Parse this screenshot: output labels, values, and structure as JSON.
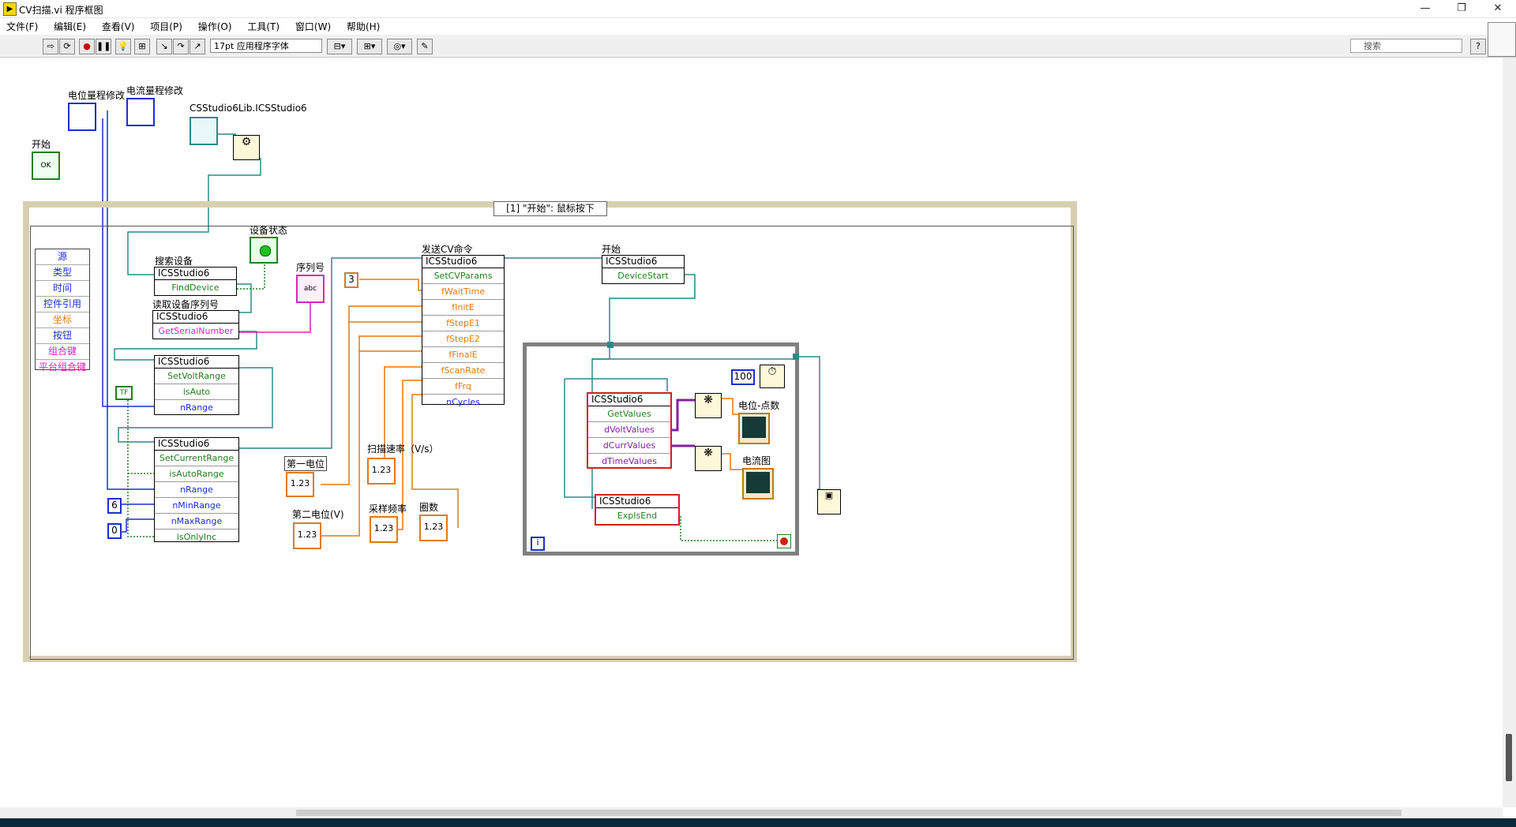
{
  "window": {
    "title": "CV扫描.vi 程序框图",
    "minimize": "—",
    "restore": "❐",
    "close": "✕"
  },
  "menu": [
    "文件(F)",
    "编辑(E)",
    "查看(V)",
    "项目(P)",
    "操作(O)",
    "工具(T)",
    "窗口(W)",
    "帮助(H)"
  ],
  "toolbar": {
    "font": "17pt 应用程序字体",
    "search_placeholder": "搜索"
  },
  "controls": {
    "voltage_range": "电位量程修改",
    "current_range": "电流量程修改",
    "start": "开始",
    "lib_ref": "CSStudio6Lib.ICSStudio6",
    "device_status": "设备状态",
    "serial_no": "序列号",
    "first_potential": "第一电位",
    "second_potential": "第二电位(V)",
    "scan_rate": "扫描速率（V/s）",
    "sample_freq": "采样频率",
    "cycles": "圈数",
    "potential_points": "电位-点数",
    "current_graph": "电流图"
  },
  "event_structure": {
    "selector": "[1] \"开始\": 鼠标按下",
    "event_data": [
      "源",
      "类型",
      "时间",
      "控件引用",
      "坐标",
      "按钮",
      "组合键",
      "平台组合键"
    ]
  },
  "labels": {
    "search_device": "搜索设备",
    "read_serial": "读取设备序列号",
    "send_cv": "发送CV命令",
    "start_node": "开始"
  },
  "nodes": {
    "class": "ICSStudio6",
    "find": [
      "FindDevice"
    ],
    "serial": [
      "GetSerialNumber"
    ],
    "volt": [
      "SetVoltRange",
      "isAuto",
      "nRange"
    ],
    "curr": [
      "SetCurrentRange",
      "isAutoRange",
      "nRange",
      "nMinRange",
      "nMaxRange",
      "isOnlyInc"
    ],
    "cv": [
      "SetCVParams",
      "fWaitTime",
      "fInitE",
      "fStepE1",
      "fStepE2",
      "fFinalE",
      "fScanRate",
      "fFrq",
      "nCycles"
    ],
    "devstart": [
      "DeviceStart"
    ],
    "getvals": [
      "GetValues",
      "dVoltValues",
      "dCurrValues",
      "dTimeValues"
    ],
    "expend": [
      "ExpIsEnd"
    ]
  },
  "constants": {
    "wait": "3",
    "min_range": "6",
    "max_range": "0",
    "delay": "100",
    "iter": "i",
    "bool": "TF",
    "num": "1.23",
    "ok": "OK",
    "str": "abc"
  },
  "colors": {
    "wire_orange": "#e07a10",
    "wire_blue": "#1a2fd0",
    "wire_teal": "#2a8a8a",
    "wire_pink": "#e020c0",
    "wire_green": "#208020",
    "wire_purple": "#8020a0"
  }
}
